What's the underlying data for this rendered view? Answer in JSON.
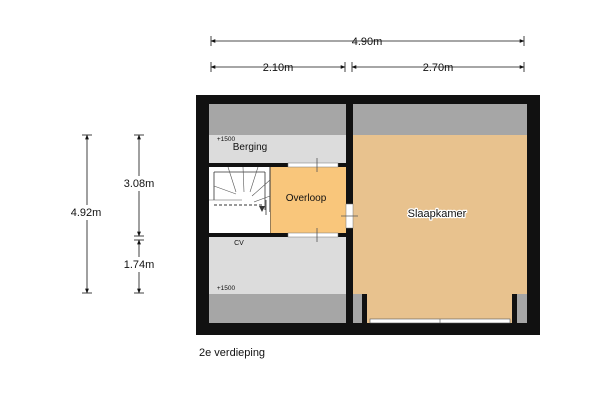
{
  "floor_name": "2e verdieping",
  "dimensions": {
    "total_width": "4.90m",
    "left_width": "2.10m",
    "right_width": "2.70m",
    "total_depth": "4.92m",
    "upper_depth": "3.08m",
    "lower_depth": "1.74m"
  },
  "rooms": {
    "berging": "Berging",
    "overloop": "Overloop",
    "slaapkamer": "Slaapkamer",
    "cv": "CV"
  },
  "height_marks": {
    "top": "+1500",
    "bottom": "+1500"
  },
  "colors": {
    "wall": "#111111",
    "slope": "#a6a6a6",
    "light_floor": "#dcdcdc",
    "overloop_floor": "#f9c67b",
    "bedroom_floor": "#e8c28e"
  }
}
